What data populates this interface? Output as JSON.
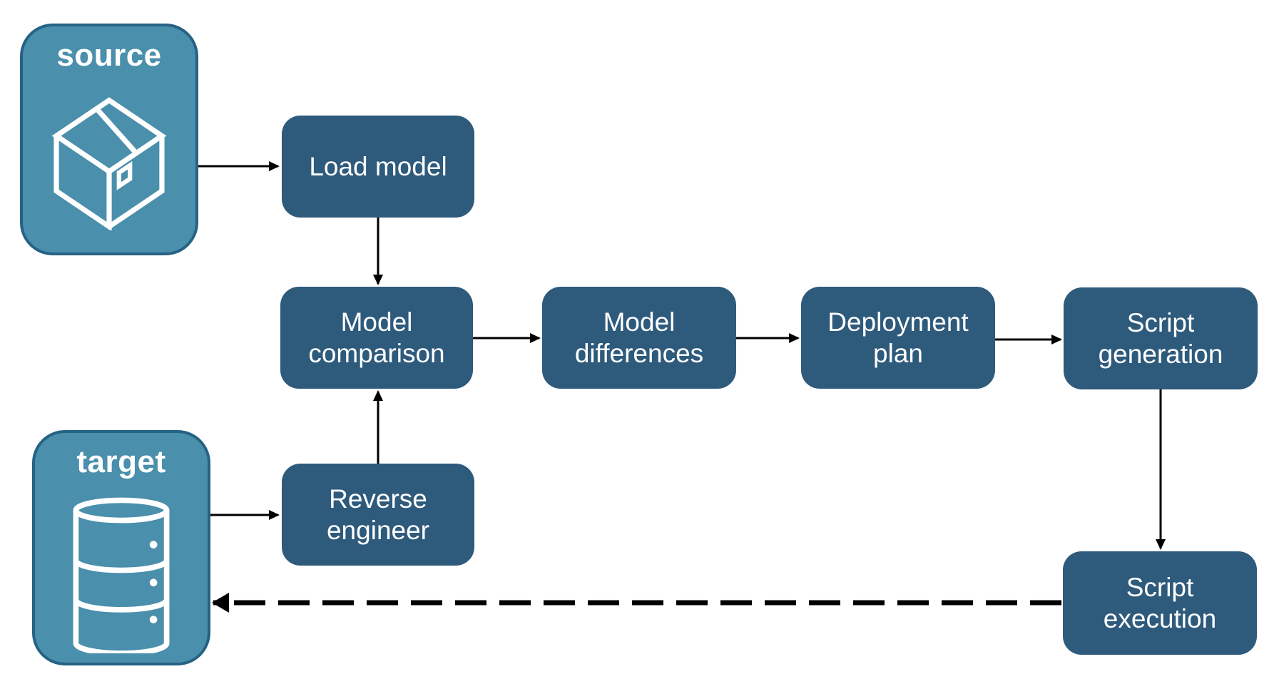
{
  "diagram": {
    "endpoints": {
      "source": {
        "label": "source",
        "icon": "package-icon"
      },
      "target": {
        "label": "target",
        "icon": "database-icon"
      }
    },
    "nodes": {
      "load_model": {
        "label": "Load model"
      },
      "model_comparison": {
        "label": "Model comparison"
      },
      "model_differences": {
        "label": "Model differences"
      },
      "deployment_plan": {
        "label": "Deployment plan"
      },
      "script_generation": {
        "label": "Script generation"
      },
      "reverse_engineer": {
        "label": "Reverse engineer"
      },
      "script_execution": {
        "label": "Script execution"
      }
    },
    "edges": [
      {
        "from": "source",
        "to": "load_model",
        "style": "solid"
      },
      {
        "from": "load_model",
        "to": "model_comparison",
        "style": "solid"
      },
      {
        "from": "target",
        "to": "reverse_engineer",
        "style": "solid"
      },
      {
        "from": "reverse_engineer",
        "to": "model_comparison",
        "style": "solid"
      },
      {
        "from": "model_comparison",
        "to": "model_differences",
        "style": "solid"
      },
      {
        "from": "model_differences",
        "to": "deployment_plan",
        "style": "solid"
      },
      {
        "from": "deployment_plan",
        "to": "script_generation",
        "style": "solid"
      },
      {
        "from": "script_generation",
        "to": "script_execution",
        "style": "solid"
      },
      {
        "from": "script_execution",
        "to": "target",
        "style": "dashed"
      }
    ],
    "colors": {
      "background": "#ffffff",
      "node_fill": "#2e5a7c",
      "endpoint_fill": "#4a8fac",
      "endpoint_border": "#266284",
      "arrow": "#000000",
      "text": "#ffffff"
    }
  }
}
